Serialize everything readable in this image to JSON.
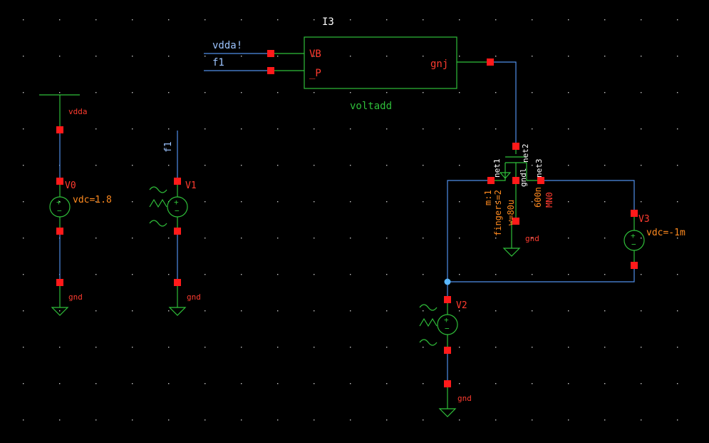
{
  "colors": {
    "background": "#000000",
    "wire": "#4f8ee8",
    "symbol": "#2fbf3a",
    "pin": "#ff1a1a",
    "label_red": "#ff3b2f",
    "label_orange": "#ff8a1f"
  },
  "instance": {
    "name": "I3",
    "cell": "voltadd",
    "pins": {
      "vb": "VB",
      "p": "_P",
      "gnj": "gnj"
    }
  },
  "nets": {
    "vdda_bang": "vdda!",
    "f1_top": "f1",
    "f1_side": "f1",
    "vdda": "vdda",
    "net1": "net1",
    "net2": "net2",
    "net3": "net3",
    "gndl": "gndl"
  },
  "sources": {
    "v0": {
      "name": "V0",
      "param": "vdc=1.8",
      "gnd": "gnd"
    },
    "v1": {
      "name": "V1",
      "gnd": "gnd"
    },
    "v2": {
      "name": "V2",
      "gnd": "gnd"
    },
    "v3": {
      "name": "V3",
      "param": "vdc=-1m"
    }
  },
  "transistor": {
    "name": "MN0",
    "m": "m:1",
    "fingers": "fingers=2",
    "w": "w=80u",
    "l": "600n",
    "gnd": "gnd"
  }
}
